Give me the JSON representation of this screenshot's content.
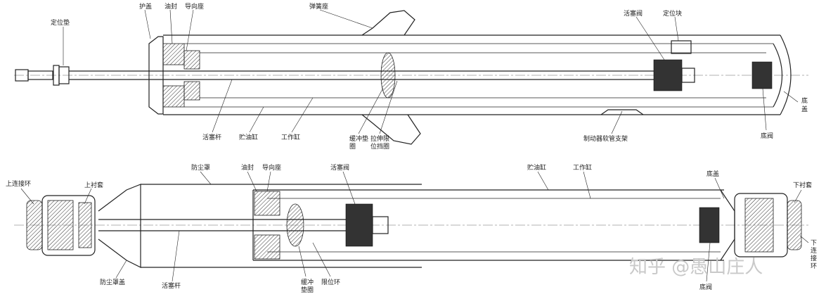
{
  "top_diagram": {
    "labels": {
      "dingweidian": "定位垫",
      "hugai": "护盖",
      "youfeng": "油封",
      "daoxiangzuo": "导向座",
      "tanhuangzuo": "弹簧座",
      "huosaifa": "活塞阀",
      "dingweikuai": "定位块",
      "huosaigan": "活塞杆",
      "chuyougang": "贮油缸",
      "gongzuogang": "工作缸",
      "huanchong_dianquan": [
        "缓冲垫",
        "圈"
      ],
      "lashen_xianweiquan": [
        "拉伸限",
        "位挡圈"
      ],
      "zhidongqi_zhijia": "制动器软管支架",
      "difa": "底阀",
      "digai": [
        "底",
        "盖"
      ]
    }
  },
  "bottom_diagram": {
    "labels": {
      "shanglianjiehuan": "上连接环",
      "shangchentao": "上衬套",
      "fangchenzhao": "防尘罩",
      "youfeng": "油封",
      "daoxiangzuo": "导向座",
      "huosaifa": "活塞阀",
      "chuyougang": "贮油缸",
      "gongzuogang": "工作缸",
      "digai": "底盖",
      "xiachentao": "下衬套",
      "fangchenzhaogai": "防尘罩盖",
      "huosaigan": "活塞杆",
      "huanchong_dianquan": [
        "缓冲",
        "垫圈"
      ],
      "xianweihuan": "限位环",
      "difa": "底阀",
      "xialianjiehuan": [
        "下",
        "连",
        "接",
        "环"
      ]
    }
  },
  "watermark": "知乎 @愚山庄人"
}
